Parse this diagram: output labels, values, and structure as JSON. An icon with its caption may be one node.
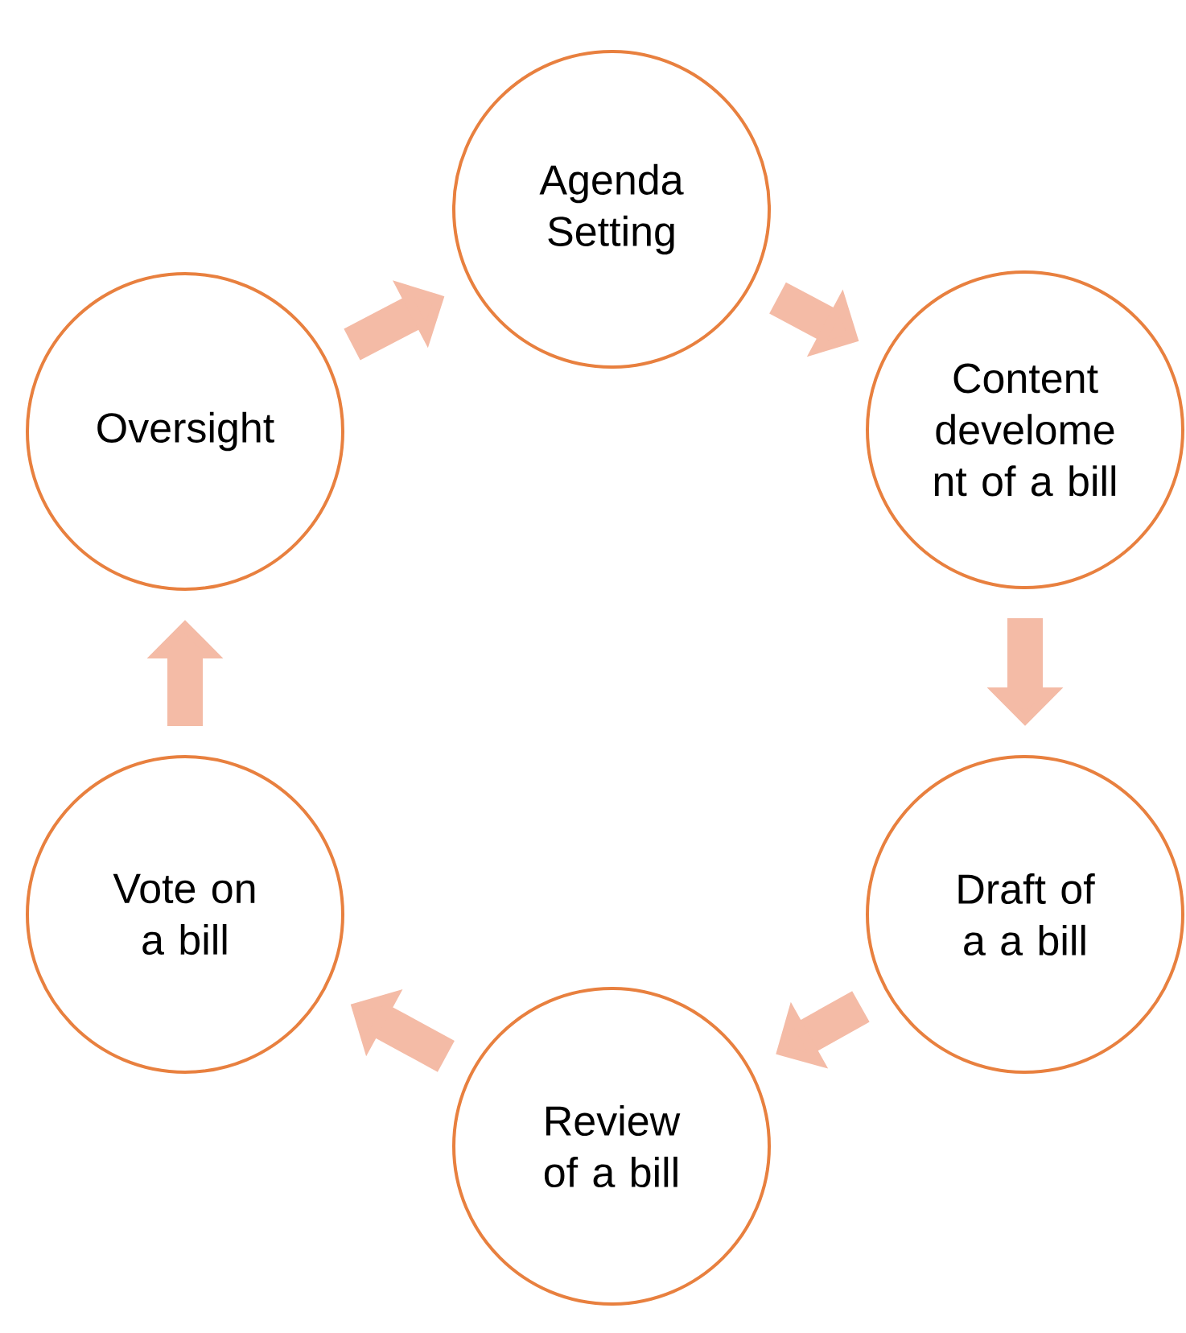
{
  "diagram": {
    "nodes": [
      {
        "text": [
          "Agenda Setting"
        ]
      },
      {
        "text": [
          "Content develome nt of a bill"
        ]
      },
      {
        "text": [
          "Draft of a a bill"
        ]
      },
      {
        "text": [
          "Review of a bill"
        ]
      },
      {
        "text": [
          "Vote on a bill"
        ]
      },
      {
        "text": [
          "Oversight"
        ]
      }
    ],
    "edges": [
      {
        "from": 0,
        "to": 1,
        "arrow": "to"
      },
      {
        "from": 1,
        "to": 2,
        "arrow": "to"
      },
      {
        "from": 2,
        "to": 3,
        "arrow": "to"
      },
      {
        "from": 3,
        "to": 4,
        "arrow": "to"
      },
      {
        "from": 4,
        "to": 5,
        "arrow": "to"
      },
      {
        "from": 5,
        "to": 0,
        "arrow": "to"
      }
    ]
  }
}
